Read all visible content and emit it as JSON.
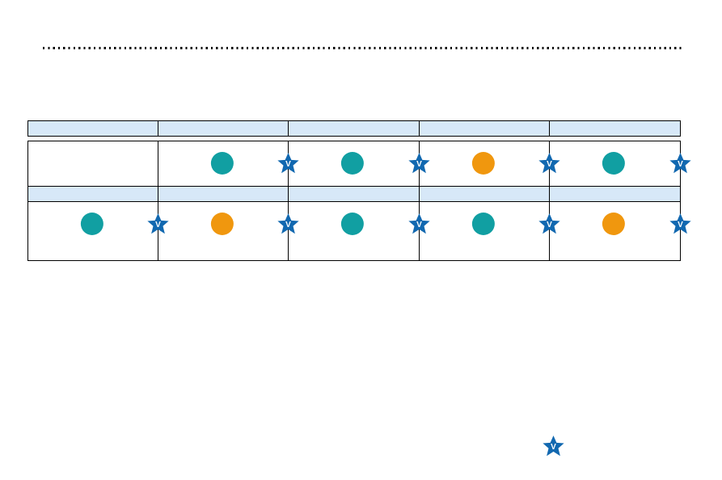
{
  "colors": {
    "header_cell_bg": "#d7e8f8",
    "teal_circle": "#119fa2",
    "orange_circle": "#f0970e",
    "star_blue": "#1168b0",
    "star_letter_color": "#ffffff",
    "border_black": "#000000",
    "page_bg": "#ffffff"
  },
  "divider": {
    "kind": "dotted-horizontal-rule"
  },
  "table": {
    "column_count": 5,
    "header_row_1": {
      "cells": [
        "",
        "",
        "",
        "",
        ""
      ]
    },
    "data_row_1": {
      "cells": [
        {
          "circle": null,
          "star": false
        },
        {
          "circle": "teal",
          "star": true
        },
        {
          "circle": "teal",
          "star": true
        },
        {
          "circle": "orange",
          "star": true
        },
        {
          "circle": "teal",
          "star": true
        }
      ]
    },
    "header_row_2": {
      "cells": [
        "",
        "",
        "",
        "",
        ""
      ]
    },
    "data_row_2": {
      "cells": [
        {
          "circle": "teal",
          "star": true
        },
        {
          "circle": "orange",
          "star": true
        },
        {
          "circle": "teal",
          "star": true
        },
        {
          "circle": "teal",
          "star": true
        },
        {
          "circle": "orange",
          "star": true
        }
      ]
    }
  },
  "star_marker": {
    "letter": "V"
  },
  "floating_star": {
    "letter": "V"
  }
}
